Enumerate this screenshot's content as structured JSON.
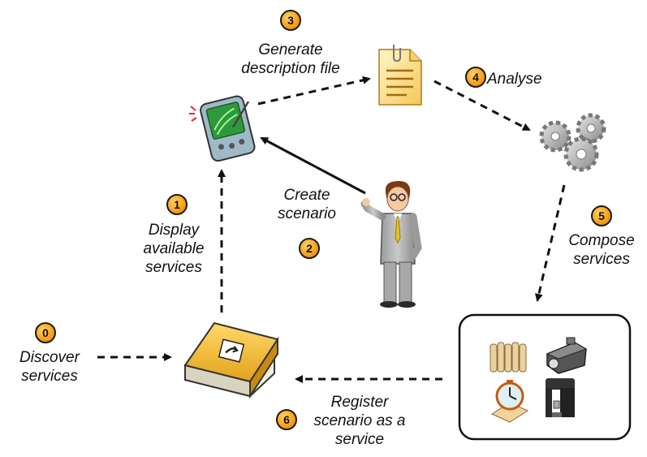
{
  "steps": [
    {
      "num": "0",
      "lines": [
        "Discover",
        "services"
      ]
    },
    {
      "num": "1",
      "lines": [
        "Display",
        "available",
        "services"
      ]
    },
    {
      "num": "2",
      "lines": [
        "Create",
        "scenario"
      ]
    },
    {
      "num": "3",
      "lines": [
        "Generate",
        "description file"
      ]
    },
    {
      "num": "4",
      "lines": [
        "Analyse"
      ]
    },
    {
      "num": "5",
      "lines": [
        "Compose",
        "services"
      ]
    },
    {
      "num": "6",
      "lines": [
        "Register",
        "scenario as a",
        "service"
      ]
    }
  ],
  "icons": {
    "pda": "pda-icon",
    "document": "document-icon",
    "gears": "gears-icon",
    "person": "businessman-icon",
    "registry": "service-directory-book-icon",
    "devices": [
      "radiator-icon",
      "projector-icon",
      "clock-icon",
      "coffee-machine-icon"
    ]
  },
  "colors": {
    "badge": "#f7a21b",
    "arrow": "#111111",
    "book": "#f2b833"
  }
}
